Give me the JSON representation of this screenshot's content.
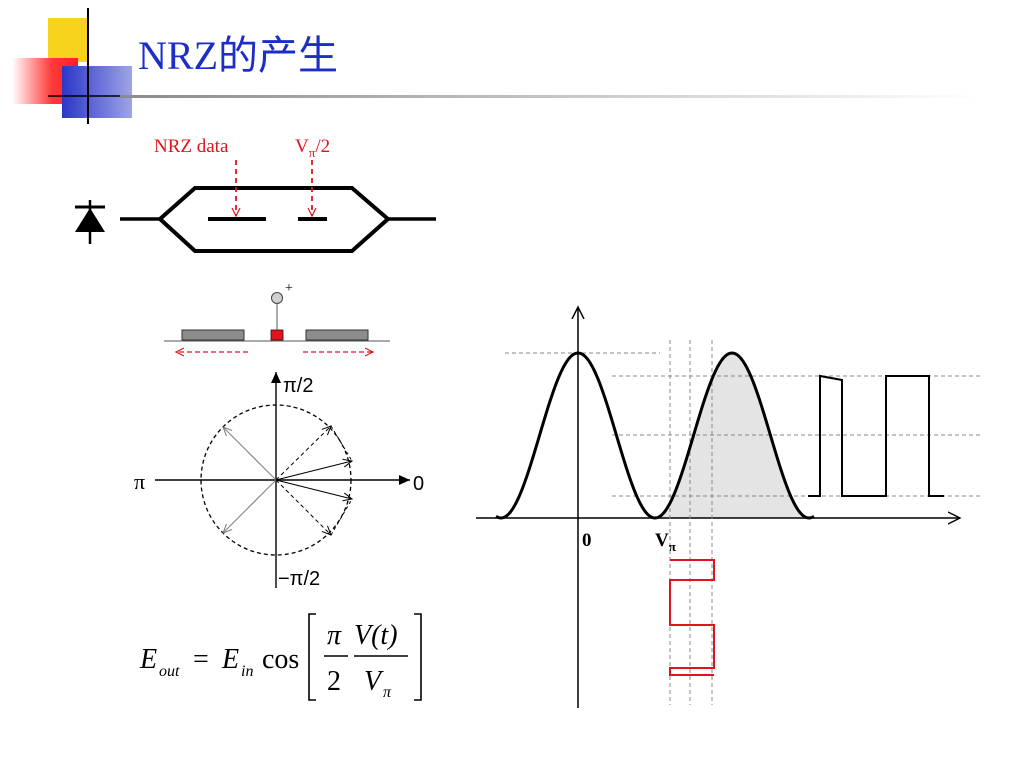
{
  "slide": {
    "title": "NRZ的产生"
  },
  "modulator": {
    "data_label": "NRZ data",
    "bias_label_main": "V",
    "bias_label_sub": "π",
    "bias_label_tail": "/2",
    "electrode_polarity": "+"
  },
  "phasor": {
    "top_label": "π/2",
    "bottom_label": "−π/2",
    "left_label": "π",
    "right_label": "0"
  },
  "transfer_plot": {
    "origin_label": "0",
    "vpi_main": "V",
    "vpi_sub": "π"
  },
  "equation": {
    "lhs": "E",
    "lhs_sub": "out",
    "eq": "=",
    "rhs": "E",
    "rhs_sub": "in",
    "func": "cos",
    "frac1_num": "π",
    "frac1_den": "2",
    "frac2_num": "V(t)",
    "frac2_den_main": "V",
    "frac2_den_sub": "π"
  },
  "colors": {
    "title": "#1c2ec8",
    "red": "#e0141e",
    "logo_yellow": "#f7d21a",
    "logo_blue": "#2b36c8",
    "logo_red": "#ff3a3a",
    "shade": "#e4e4e4"
  }
}
